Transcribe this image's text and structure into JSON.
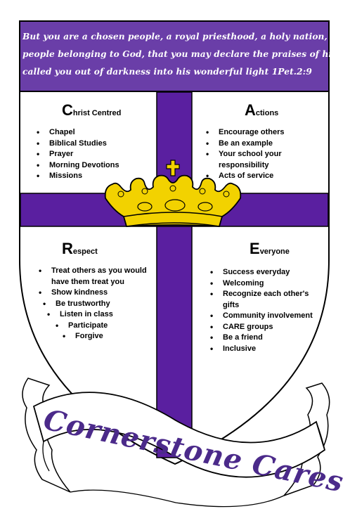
{
  "verse": {
    "lines": [
      "But you are a chosen people, a royal priesthood, a holy nation, a",
      "people belonging to God, that you may declare the praises of him who",
      "called you out of darkness into his wonderful light 1Pet.2:9"
    ]
  },
  "quadrants": {
    "top_left": {
      "initial": "C",
      "rest": "hrist Centred",
      "items": [
        "Chapel",
        "Biblical Studies",
        "Prayer",
        "Morning Devotions",
        "Missions"
      ]
    },
    "top_right": {
      "initial": "A",
      "rest": "ctions",
      "items": [
        "Encourage others",
        "Be an example",
        "Your school your responsibility",
        "Acts of service"
      ]
    },
    "bottom_left": {
      "initial": "R",
      "rest": "espect",
      "items": [
        "Treat others as you would have them treat you",
        "Show kindness",
        "Be trustworthy",
        "Listen in class",
        "Participate",
        "Forgive"
      ]
    },
    "bottom_right": {
      "initial": "E",
      "rest": "veryone",
      "items": [
        "Success everyday",
        "Welcoming",
        "Recognize each other's gifts",
        "Community involvement",
        "CARE groups",
        "Be a friend",
        "Inclusive"
      ]
    }
  },
  "banner": {
    "text": "Cornerstone Cares"
  },
  "colors": {
    "purple": "#5a1fa0",
    "header_purple": "#6a3ea8",
    "crown_yellow": "#f2d200",
    "banner_text": "#4b2a8a"
  },
  "icons": {
    "crown": "crown-icon",
    "cross": "cross-icon"
  }
}
